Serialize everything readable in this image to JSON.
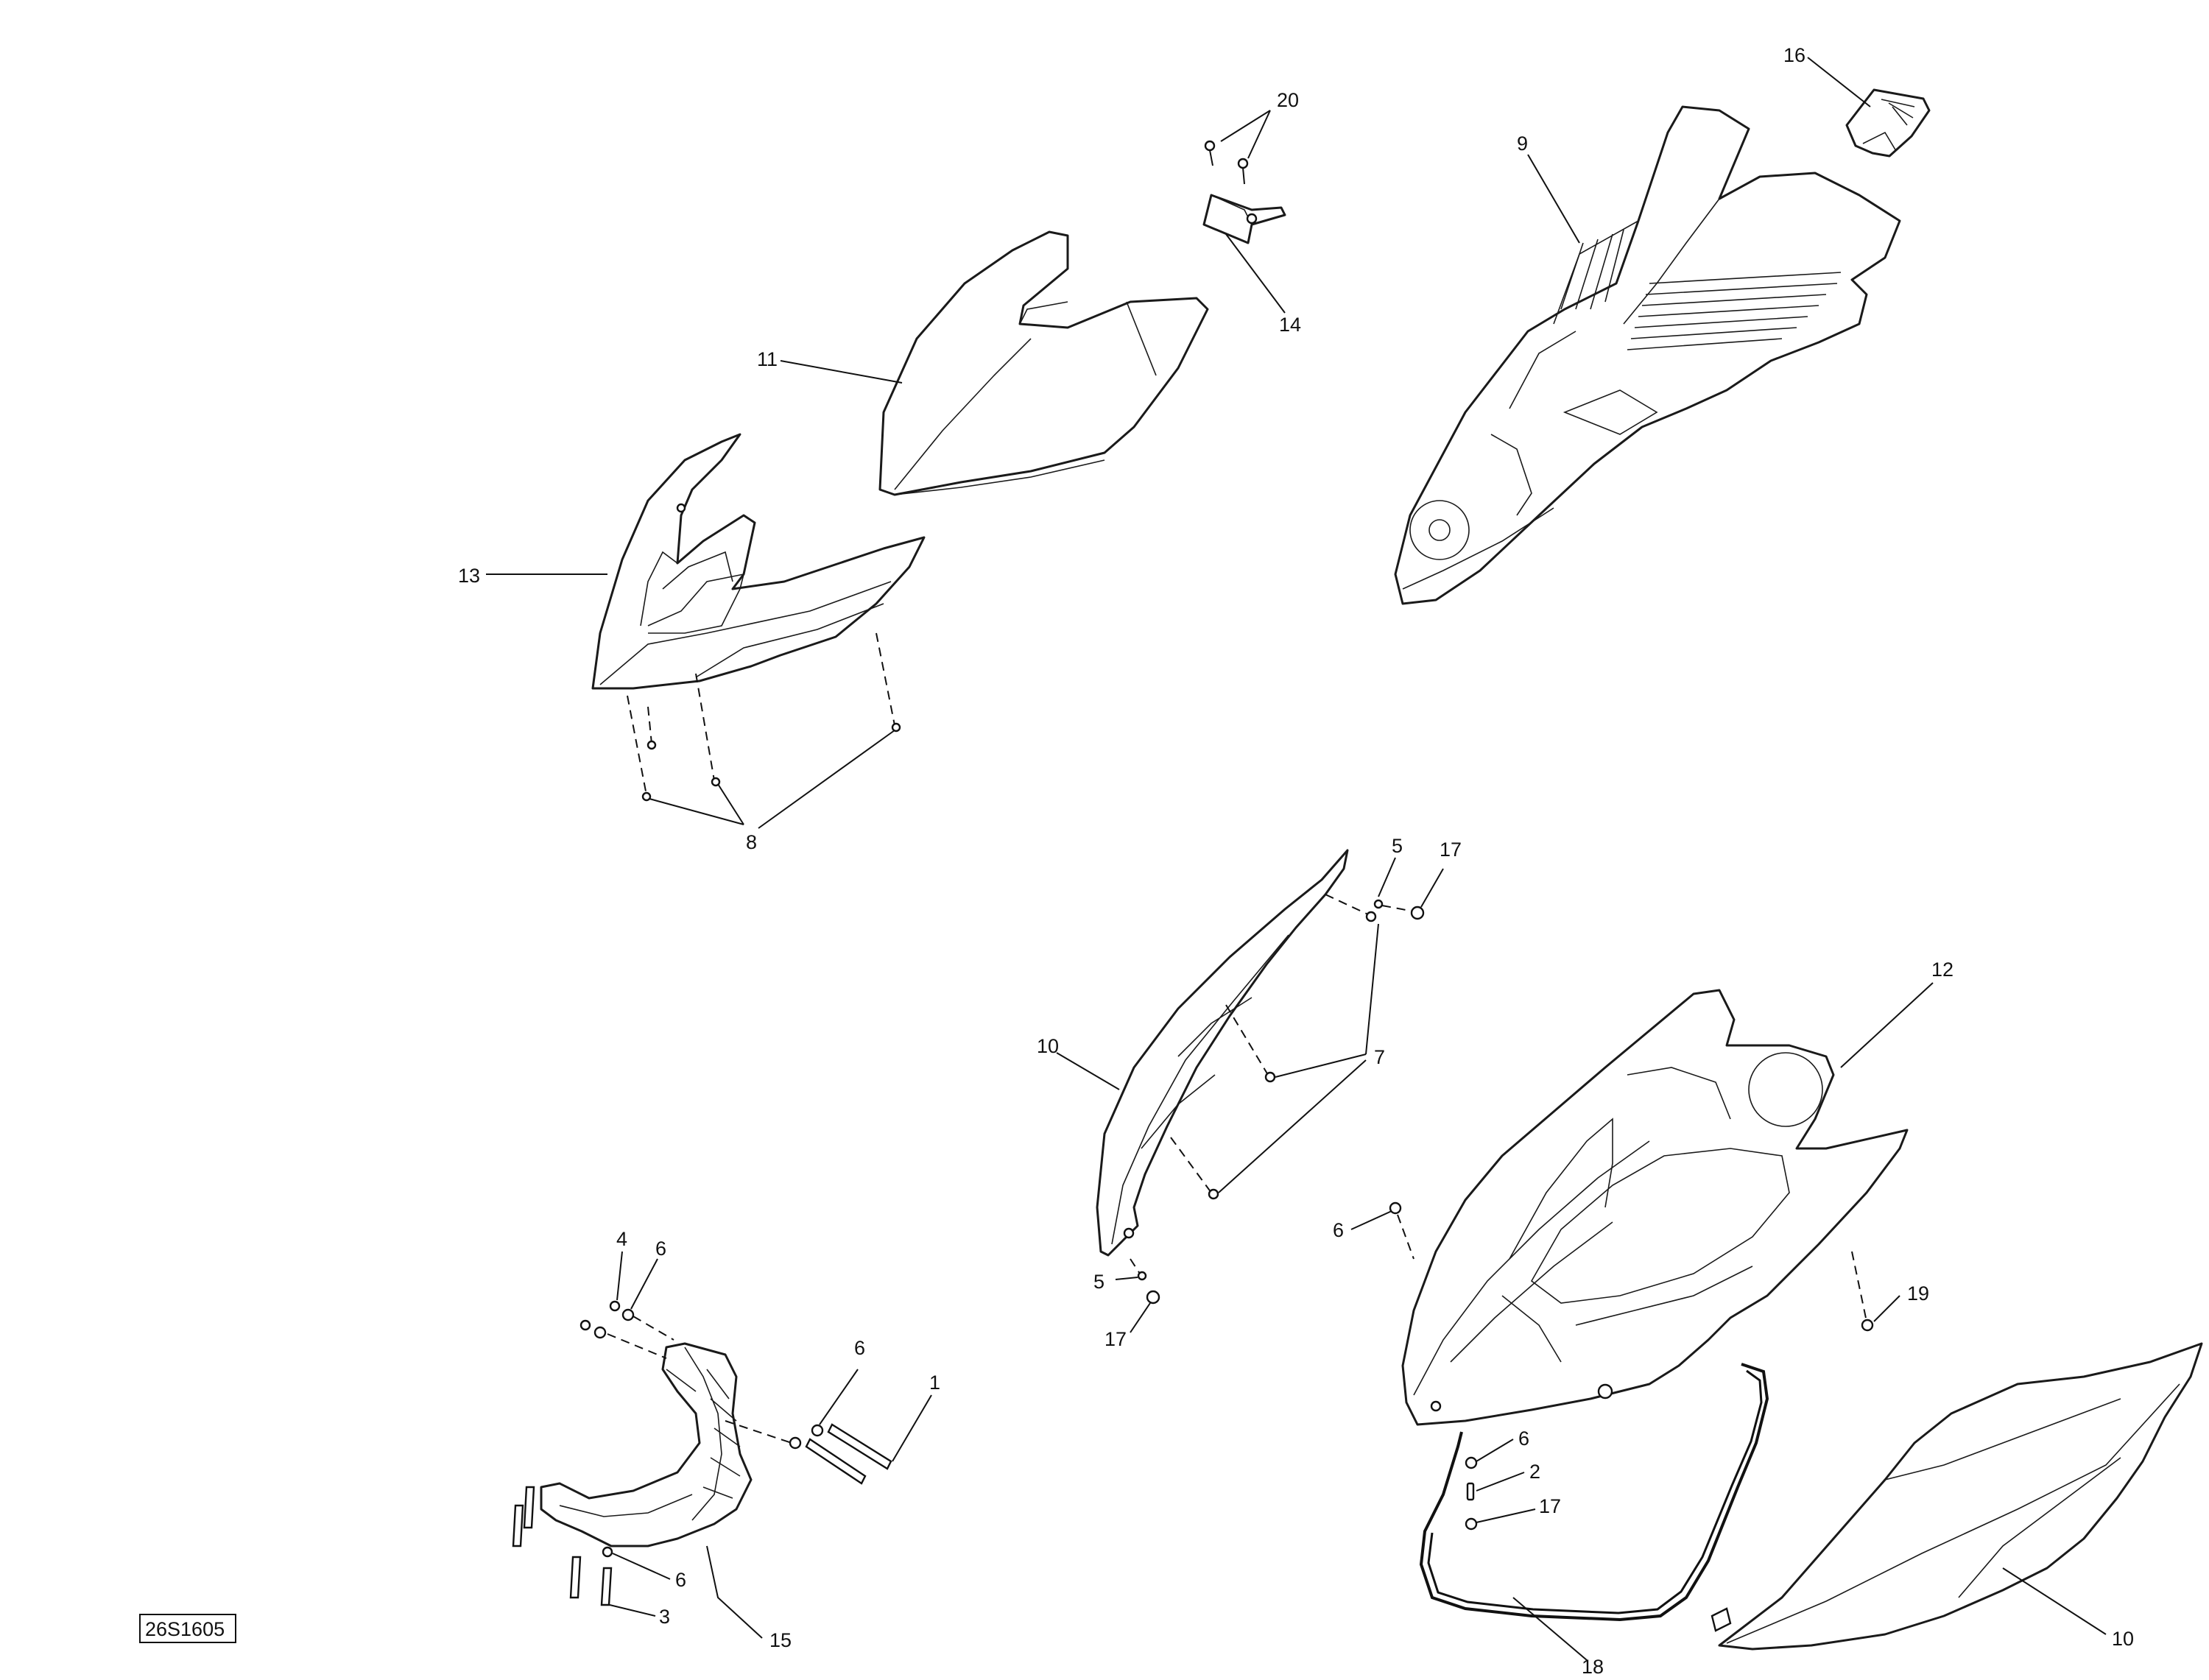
{
  "diagram": {
    "reference_code": "26S1605",
    "callouts": [
      {
        "id": "c20",
        "label": "20"
      },
      {
        "id": "c16",
        "label": "16"
      },
      {
        "id": "c9",
        "label": "9"
      },
      {
        "id": "c14",
        "label": "14"
      },
      {
        "id": "c11",
        "label": "11"
      },
      {
        "id": "c13",
        "label": "13"
      },
      {
        "id": "c8",
        "label": "8"
      },
      {
        "id": "c5a",
        "label": "5"
      },
      {
        "id": "c17a",
        "label": "17"
      },
      {
        "id": "c12",
        "label": "12"
      },
      {
        "id": "c10a",
        "label": "10"
      },
      {
        "id": "c7",
        "label": "7"
      },
      {
        "id": "c6a",
        "label": "6"
      },
      {
        "id": "c5b",
        "label": "5"
      },
      {
        "id": "c17b",
        "label": "17"
      },
      {
        "id": "c19",
        "label": "19"
      },
      {
        "id": "c4",
        "label": "4"
      },
      {
        "id": "c6b",
        "label": "6"
      },
      {
        "id": "c6c",
        "label": "6"
      },
      {
        "id": "c1",
        "label": "1"
      },
      {
        "id": "c6d",
        "label": "6"
      },
      {
        "id": "c2",
        "label": "2"
      },
      {
        "id": "c17c",
        "label": "17"
      },
      {
        "id": "c15",
        "label": "15"
      },
      {
        "id": "c6e",
        "label": "6"
      },
      {
        "id": "c3",
        "label": "3"
      },
      {
        "id": "c18",
        "label": "18"
      },
      {
        "id": "c10b",
        "label": "10"
      }
    ]
  }
}
